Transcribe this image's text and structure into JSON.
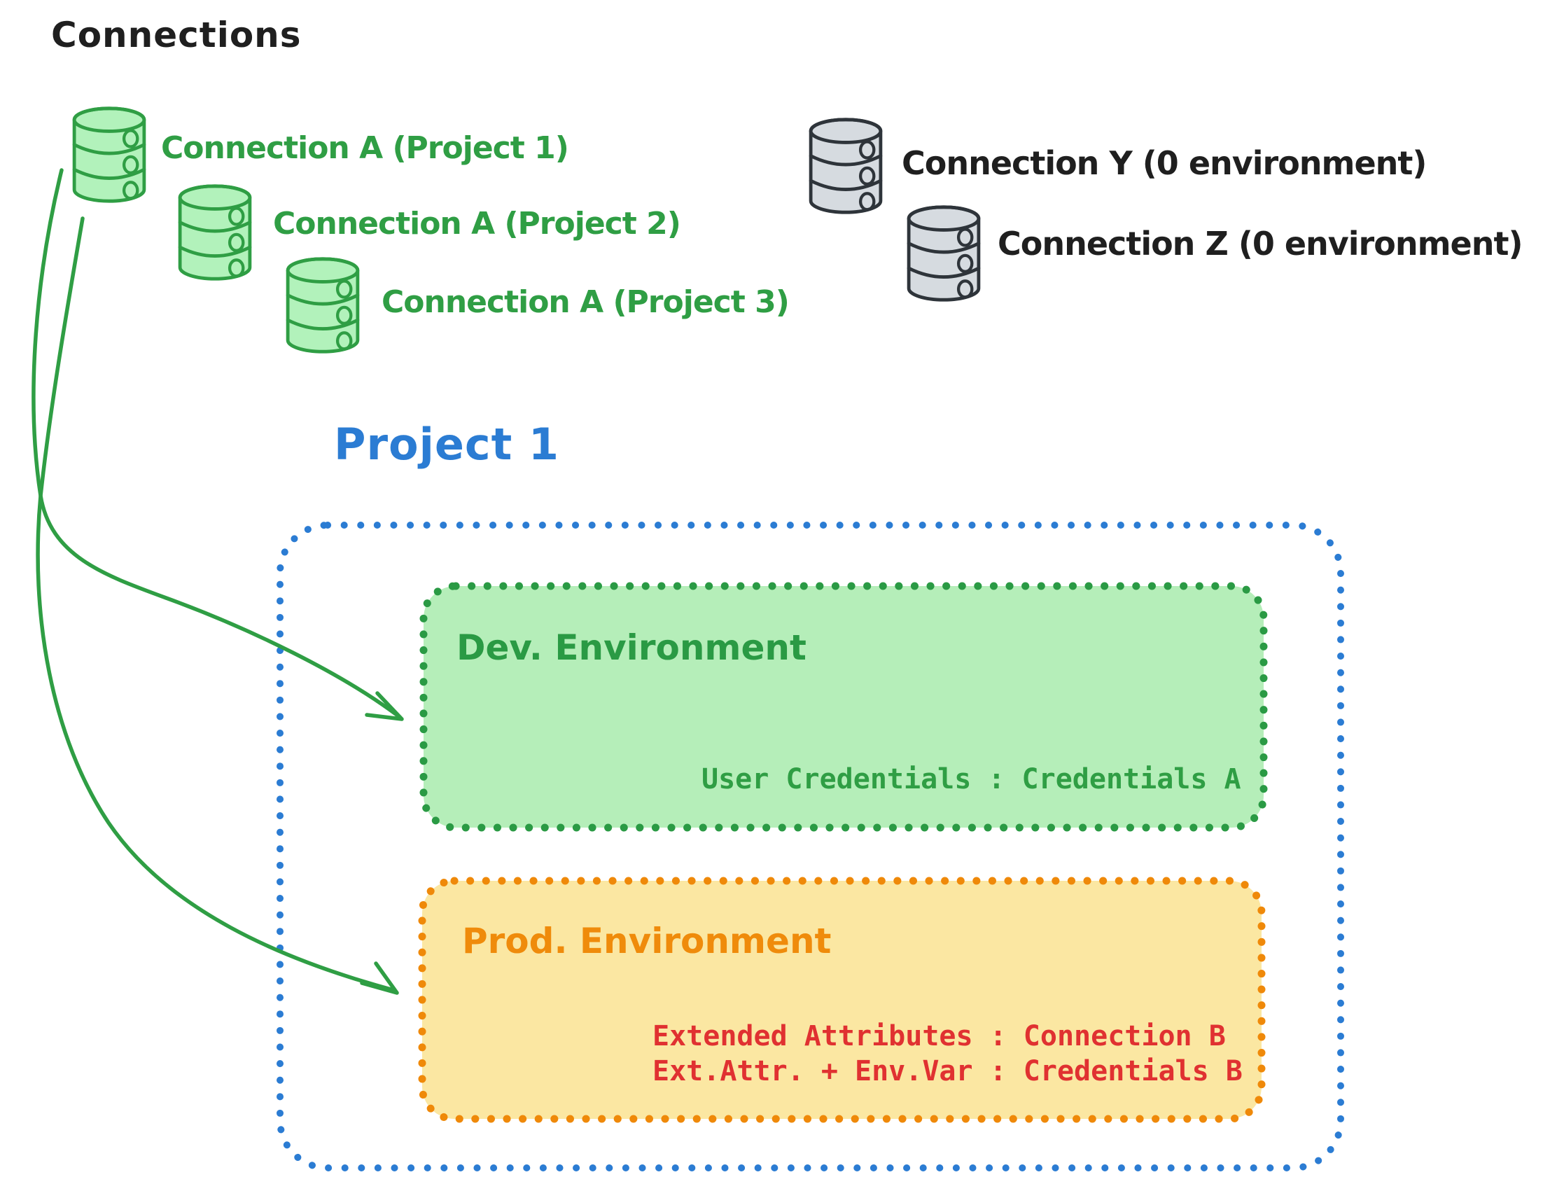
{
  "page": {
    "title": "Connections"
  },
  "connections": {
    "a1": {
      "label": "Connection A (Project 1)",
      "icon": "database-icon",
      "color": "#2f9e44"
    },
    "a2": {
      "label": "Connection A (Project 2)",
      "icon": "database-icon",
      "color": "#2f9e44"
    },
    "a3": {
      "label": "Connection A (Project 3)",
      "icon": "database-icon",
      "color": "#2f9e44"
    },
    "y": {
      "label": "Connection Y (0 environment)",
      "icon": "database-icon",
      "color": "#1f1f1f"
    },
    "z": {
      "label": "Connection Z (0 environment)",
      "icon": "database-icon",
      "color": "#1f1f1f"
    }
  },
  "project": {
    "title": "Project 1",
    "dev_environment": {
      "title": "Dev. Environment",
      "mapping": "User Credentials : Credentials A"
    },
    "prod_environment": {
      "title": "Prod. Environment",
      "mapping_line1": "Extended Attributes : Connection B",
      "mapping_line2": "Ext.Attr. + Env.Var : Credentials B"
    }
  },
  "colors": {
    "connection_green_stroke": "#2f9e44",
    "connection_green_fill": "#b2f2bb",
    "neutral_black": "#1f1f1f",
    "gray_db_fill": "#d6dbe0",
    "gray_db_stroke": "#2e343a",
    "project_blue": "#2b7cd3",
    "dev_box_fill": "#b5eeb9",
    "dev_box_border": "#2a9a44",
    "prod_box_fill": "#fbe7a2",
    "prod_box_border": "#ef8909",
    "prod_text_red": "#e03131"
  }
}
